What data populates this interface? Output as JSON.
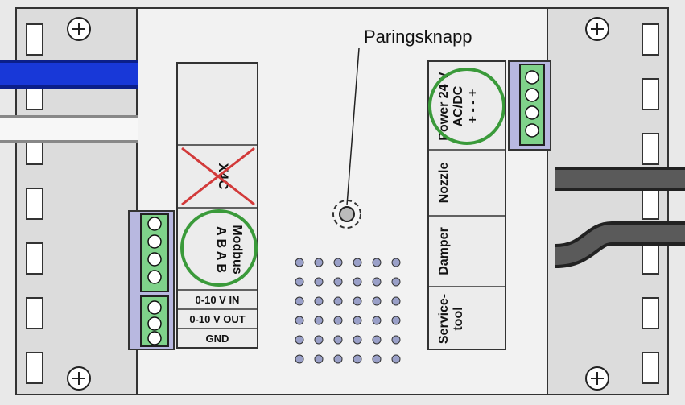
{
  "callout": {
    "label": "Paringsknapp"
  },
  "left_panel": {
    "crossed_label": "X4C",
    "modbus_title": "Modbus",
    "modbus_pins": "A B A B",
    "rows": [
      "0-10 V IN",
      "0-10 V OUT",
      "GND"
    ]
  },
  "right_panel": {
    "power_line1": "Power 24 V",
    "power_line2": "AC/DC",
    "power_signs": "+ - - +",
    "nozzle": "Nozzle",
    "damper": "Damper",
    "service_line1": "Service-",
    "service_line2": "tool"
  },
  "colors": {
    "highlight_circle": "#3a9a3a",
    "cross": "#d23a3a",
    "terminal": "#7fd28a",
    "blue_cable": "#1838d8"
  }
}
